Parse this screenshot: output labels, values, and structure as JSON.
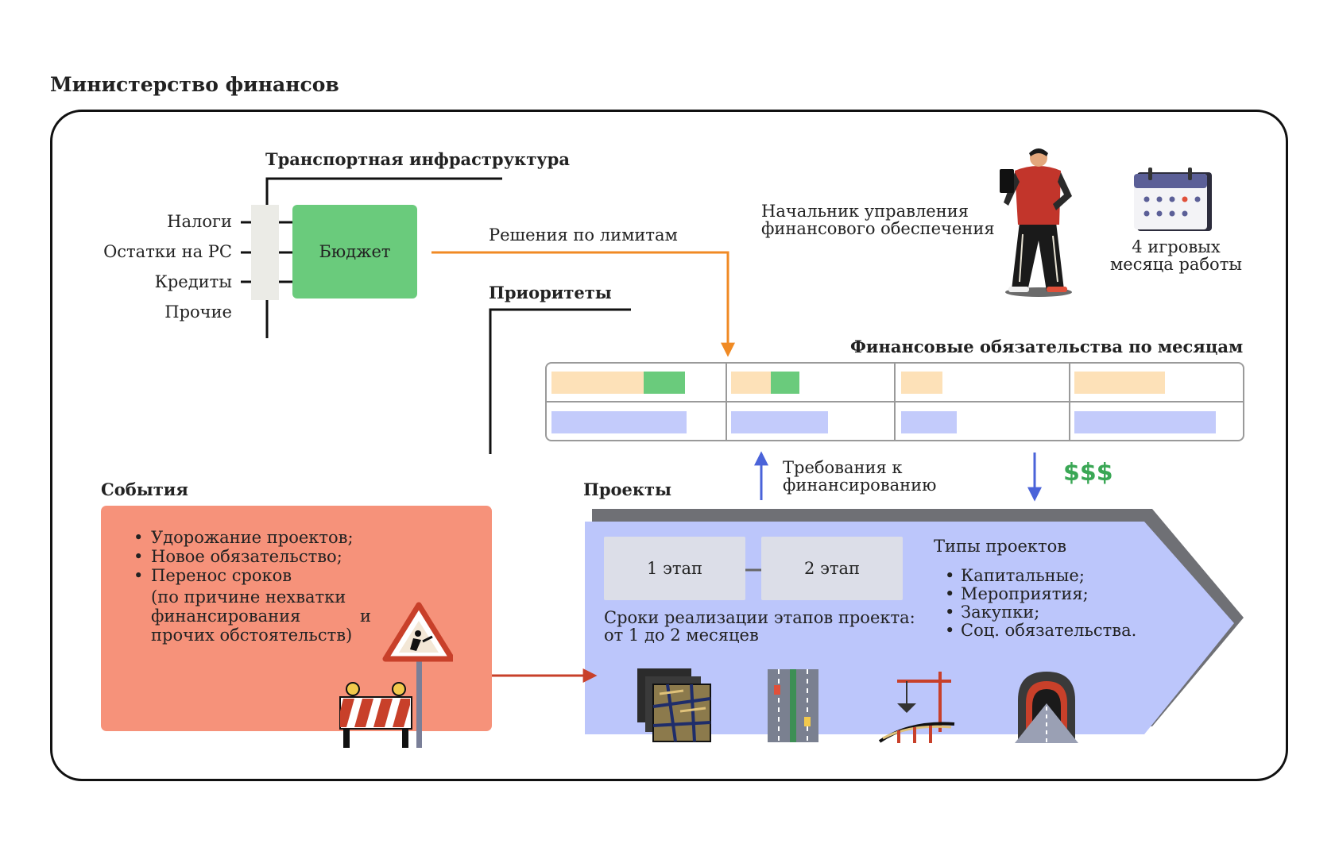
{
  "title": "Министерство финансов",
  "transport": {
    "heading": "Транспортная инфраструктура",
    "inputs": [
      "Налоги",
      "Остатки на РС",
      "Кредиты",
      "Прочие"
    ],
    "budget_label": "Бюджет",
    "limits_label": "Решения по лимитам",
    "priorities_label": "Приоритеты"
  },
  "manager": {
    "label_line1": "Начальник управления",
    "label_line2": "финансового обеспечения",
    "period_line1": "4 игровых",
    "period_line2": "месяца работы"
  },
  "obligations": {
    "heading": "Финансовые обязательства по месяцам"
  },
  "funding": {
    "request_line1": "Требования к",
    "request_line2": "финансированию",
    "money": "$$$"
  },
  "events": {
    "heading": "События",
    "items": [
      "Удорожание проектов;",
      "Новое обязательство;",
      "Перенос сроков"
    ],
    "item3_lines": [
      "(по причине нехватки",
      "финансирования",
      "прочих обстоятельств)"
    ],
    "item3_and": "и"
  },
  "projects": {
    "heading": "Проекты",
    "stage1": "1 этап",
    "stage2": "2 этап",
    "timing_line1": "Сроки реализации этапов проекта:",
    "timing_line2": "от 1 до 2 месяцев",
    "types_heading": "Типы проектов",
    "types": [
      "Капитальные;",
      "Мероприятия;",
      "Закупки;",
      "Соц. обязательства."
    ]
  },
  "colors": {
    "budget_green": "#6acb7c",
    "limits_orange": "#f08a24",
    "events_salmon": "#f6927a",
    "projects_blue": "#bcc6fb",
    "obligation_peach": "#fde1b8",
    "obligation_blue": "#c3cbfb",
    "arrow_blue": "#4a63d9",
    "money_green": "#3aa755"
  }
}
